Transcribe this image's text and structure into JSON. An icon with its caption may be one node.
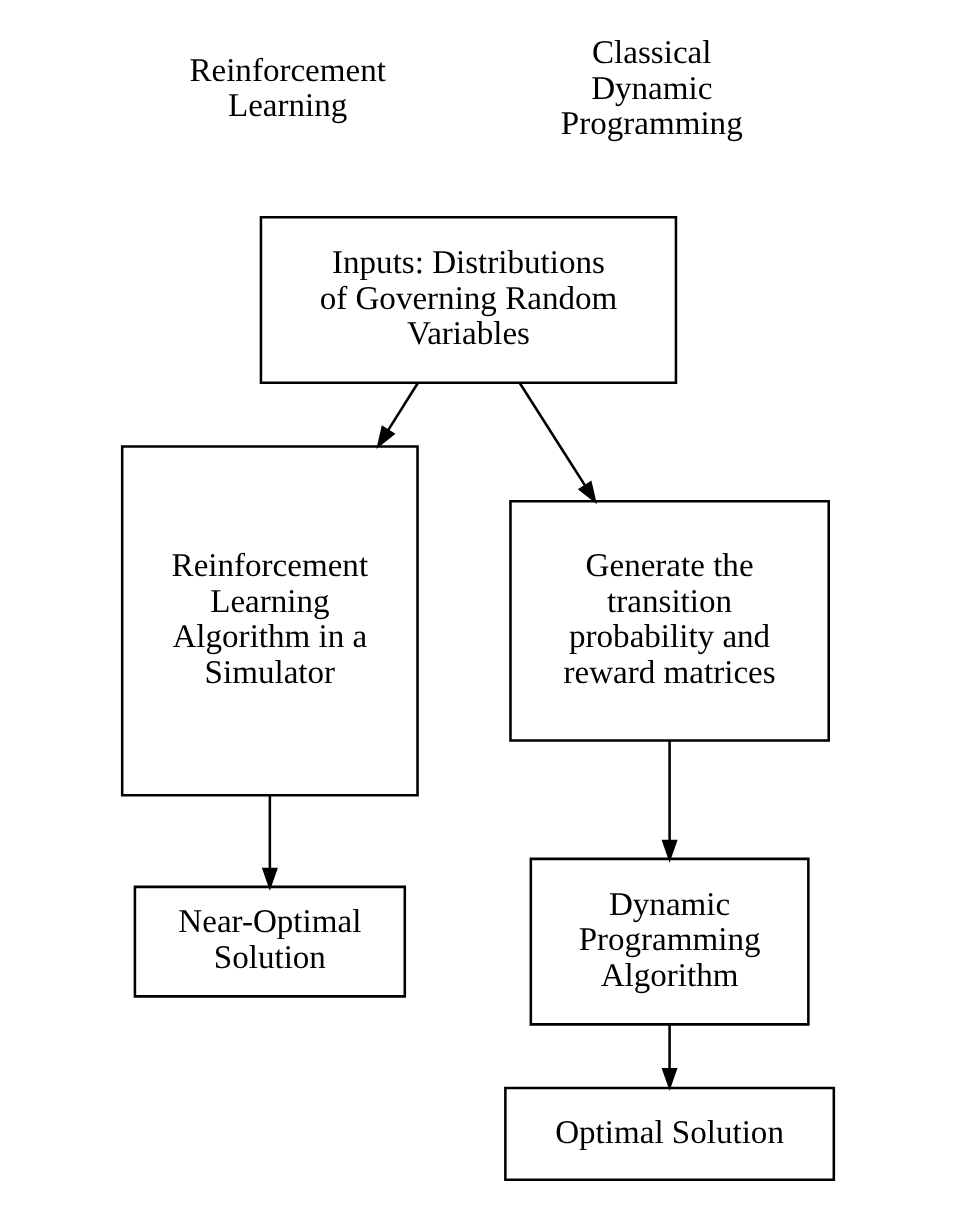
{
  "diagram": {
    "nodes": [
      {
        "text": [
          "Inputs: Distributions of Governing Random Variables"
        ]
      },
      {
        "text": [
          "Reinforcement Learning Algorithm in a Simulator"
        ]
      },
      {
        "text": [
          "Near-Optimal Solution"
        ]
      },
      {
        "text": [
          "Generate the transition probability and reward matrices"
        ]
      },
      {
        "text": [
          "Dynamic Programming Algorithm"
        ]
      },
      {
        "text": [
          "Optimal Solution"
        ]
      }
    ],
    "edges": [
      {
        "from": 0,
        "to": 1,
        "arrow": "to"
      },
      {
        "from": 1,
        "to": 2,
        "arrow": "to"
      },
      {
        "from": 0,
        "to": 3,
        "arrow": "to"
      },
      {
        "from": 3,
        "to": 4,
        "arrow": "to"
      },
      {
        "from": 4,
        "to": 5,
        "arrow": "to"
      }
    ],
    "labels": [
      "Reinforcement Learning",
      "Classical Dynamic Programming"
    ]
  }
}
